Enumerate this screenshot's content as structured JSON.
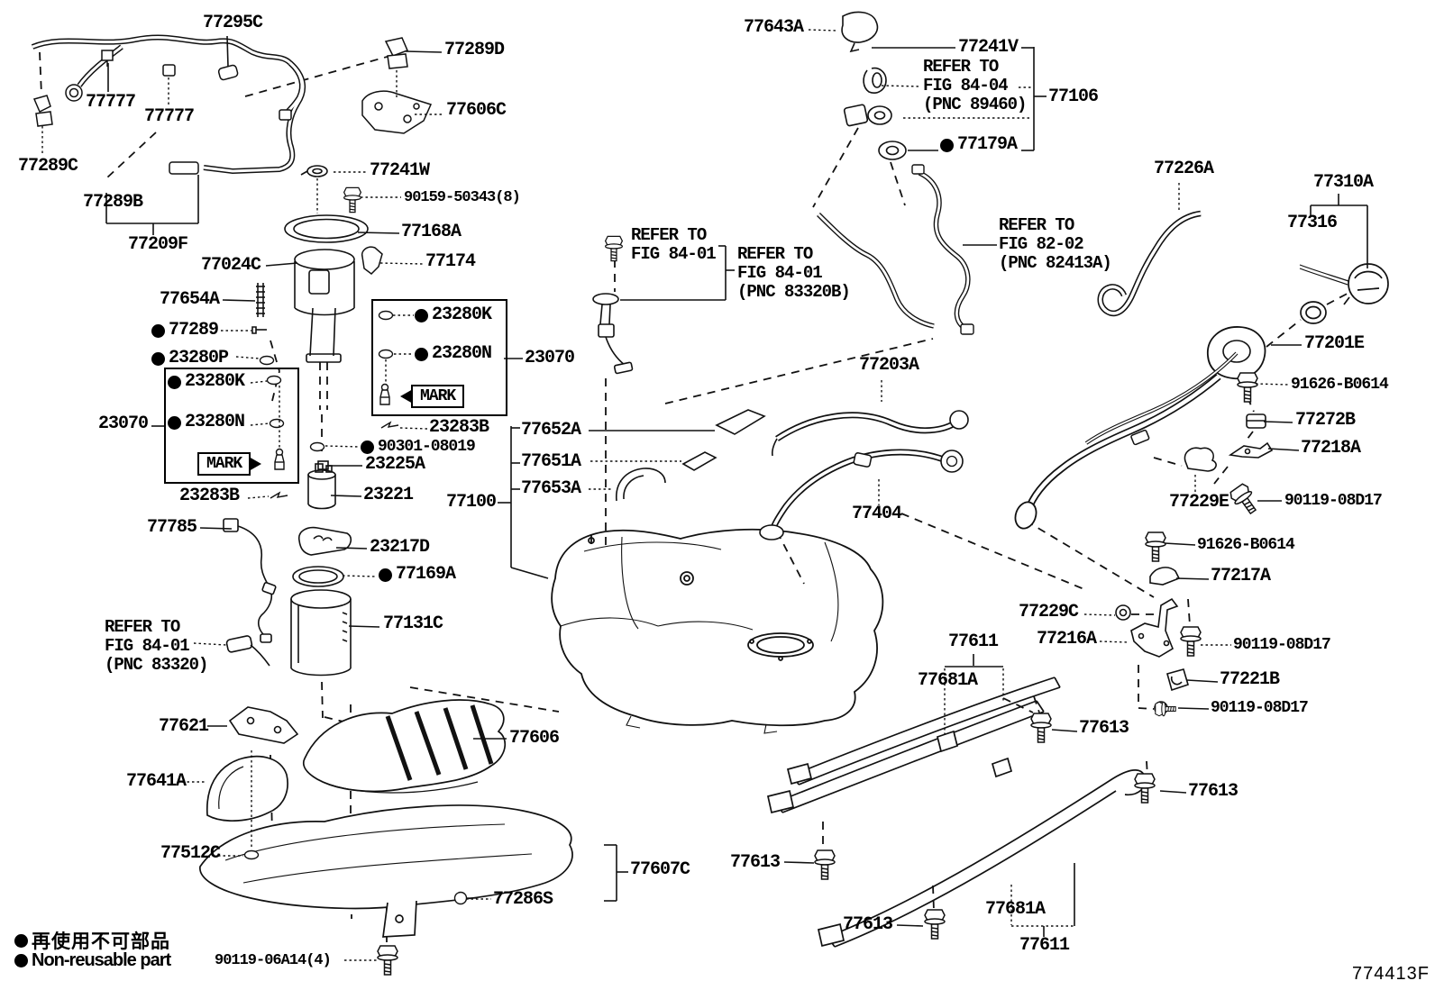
{
  "diagram_title": "Fuel tank and tube parts diagram",
  "drawing_number": "774413F",
  "parts": {
    "77295C": "77295C",
    "77289D": "77289D",
    "77777": "77777",
    "77606C": "77606C",
    "77289C": "77289C",
    "77289B": "77289B",
    "77209F": "77209F",
    "77241W": "77241W",
    "90159_50343": "90159-50343(8)",
    "77168A": "77168A",
    "77024C": "77024C",
    "77174": "77174",
    "77654A": "77654A",
    "77289": "77289",
    "23280P": "23280P",
    "23280K": "23280K",
    "23280N": "23280N",
    "mark": "MARK",
    "23070": "23070",
    "23283B": "23283B",
    "90301_08019": "90301-08019",
    "23225A": "23225A",
    "23221": "23221",
    "77785": "77785",
    "23217D": "23217D",
    "77169A": "77169A",
    "77131C": "77131C",
    "77621": "77621",
    "77641A": "77641A",
    "77512C": "77512C",
    "77606": "77606",
    "77607C": "77607C",
    "77286S": "77286S",
    "77643A": "77643A",
    "77241V": "77241V",
    "77106": "77106",
    "77179A": "77179A",
    "77226A": "77226A",
    "77310A": "77310A",
    "77316": "77316",
    "77201E": "77201E",
    "91626_B0614": "91626-B0614",
    "77272B": "77272B",
    "77218A": "77218A",
    "77229E": "77229E",
    "90119_08D17": "90119-08D17",
    "77217A": "77217A",
    "77229C": "77229C",
    "77216A": "77216A",
    "77221B": "77221B",
    "77611": "77611",
    "77681A": "77681A",
    "77613": "77613",
    "77203A": "77203A",
    "77404": "77404",
    "77652A": "77652A",
    "77651A": "77651A",
    "77653A": "77653A",
    "77100": "77100",
    "90119_06A14": "90119-06A14(4)"
  },
  "refer_notes": {
    "line1": "REFER TO",
    "fig8401": "FIG 84-01",
    "fig8401_pnc": "(PNC 83320B)",
    "fig8401_pnc2": "(PNC 83320)",
    "fig8404": "FIG 84-04",
    "fig8404_pnc": "(PNC 89460)",
    "fig8202": "FIG 82-02",
    "fig8202_pnc": "(PNC 82413A)"
  },
  "legend": {
    "jp": "再使用不可部品",
    "en": "Non-reusable part"
  }
}
